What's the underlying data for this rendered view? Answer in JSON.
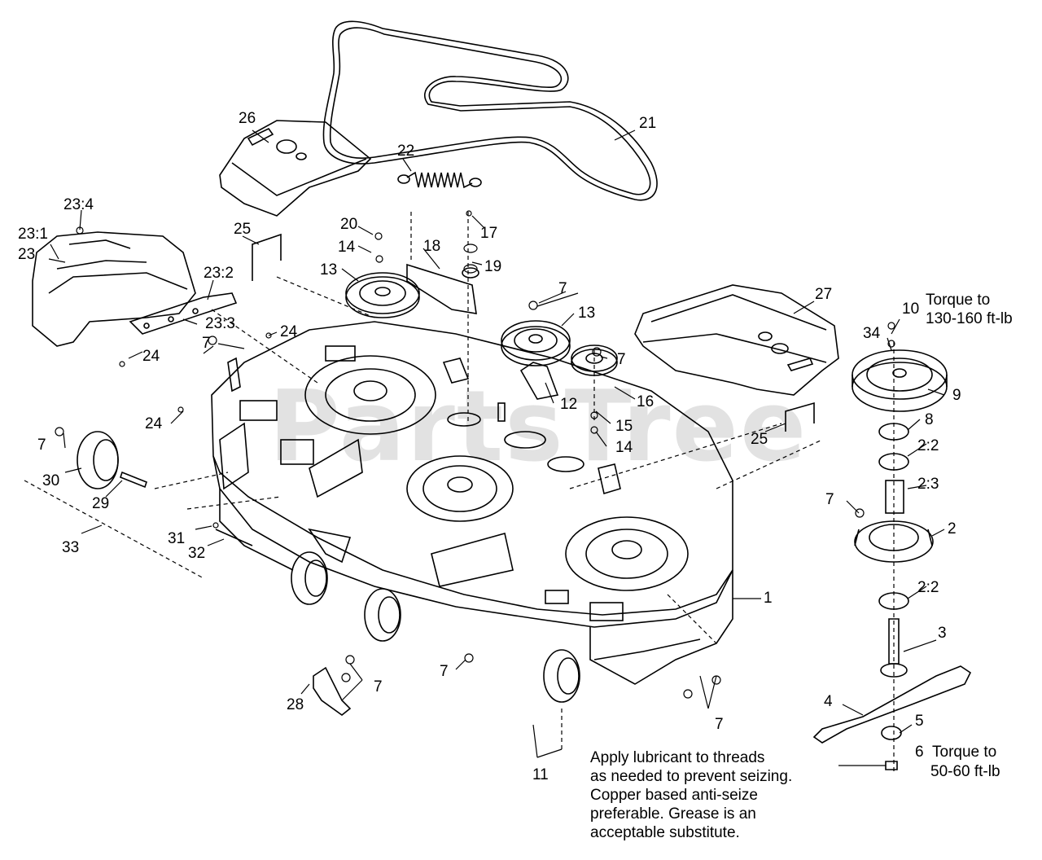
{
  "watermark": "PartsTree",
  "labels": [
    {
      "id": "1",
      "text": "1"
    },
    {
      "id": "2",
      "text": "2"
    },
    {
      "id": "2-2a",
      "text": "2:2"
    },
    {
      "id": "2-2b",
      "text": "2:2"
    },
    {
      "id": "2-3",
      "text": "2:3"
    },
    {
      "id": "3",
      "text": "3"
    },
    {
      "id": "4",
      "text": "4"
    },
    {
      "id": "5",
      "text": "5"
    },
    {
      "id": "6",
      "text": "6"
    },
    {
      "id": "6-torque",
      "text": "Torque to"
    },
    {
      "id": "6-torque-val",
      "text": "50-60 ft-lb"
    },
    {
      "id": "7a",
      "text": "7"
    },
    {
      "id": "7b",
      "text": "7"
    },
    {
      "id": "7c",
      "text": "7"
    },
    {
      "id": "7d",
      "text": "7"
    },
    {
      "id": "7e",
      "text": "7"
    },
    {
      "id": "7f",
      "text": "7"
    },
    {
      "id": "7g",
      "text": "7"
    },
    {
      "id": "7h",
      "text": "7"
    },
    {
      "id": "8",
      "text": "8"
    },
    {
      "id": "9",
      "text": "9"
    },
    {
      "id": "10",
      "text": "10"
    },
    {
      "id": "10-torque",
      "text": "Torque to"
    },
    {
      "id": "10-torque-val",
      "text": "130-160 ft-lb"
    },
    {
      "id": "11",
      "text": "11"
    },
    {
      "id": "12",
      "text": "12"
    },
    {
      "id": "13a",
      "text": "13"
    },
    {
      "id": "13b",
      "text": "13"
    },
    {
      "id": "14a",
      "text": "14"
    },
    {
      "id": "14b",
      "text": "14"
    },
    {
      "id": "15",
      "text": "15"
    },
    {
      "id": "16",
      "text": "16"
    },
    {
      "id": "17",
      "text": "17"
    },
    {
      "id": "18",
      "text": "18"
    },
    {
      "id": "19",
      "text": "19"
    },
    {
      "id": "20",
      "text": "20"
    },
    {
      "id": "21",
      "text": "21"
    },
    {
      "id": "22",
      "text": "22"
    },
    {
      "id": "23",
      "text": "23"
    },
    {
      "id": "23-1",
      "text": "23:1"
    },
    {
      "id": "23-2",
      "text": "23:2"
    },
    {
      "id": "23-3",
      "text": "23:3"
    },
    {
      "id": "23-4",
      "text": "23:4"
    },
    {
      "id": "24a",
      "text": "24"
    },
    {
      "id": "24b",
      "text": "24"
    },
    {
      "id": "24c",
      "text": "24"
    },
    {
      "id": "25a",
      "text": "25"
    },
    {
      "id": "25b",
      "text": "25"
    },
    {
      "id": "26",
      "text": "26"
    },
    {
      "id": "27",
      "text": "27"
    },
    {
      "id": "28",
      "text": "28"
    },
    {
      "id": "29",
      "text": "29"
    },
    {
      "id": "30",
      "text": "30"
    },
    {
      "id": "31",
      "text": "31"
    },
    {
      "id": "32",
      "text": "32"
    },
    {
      "id": "33",
      "text": "33"
    },
    {
      "id": "34",
      "text": "34"
    }
  ],
  "note": {
    "line1": "Apply lubricant to threads",
    "line2": "as needed to prevent seizing.",
    "line3": "Copper  based anti-seize",
    "line4": "preferable. Grease is an",
    "line5": "acceptable substitute."
  }
}
